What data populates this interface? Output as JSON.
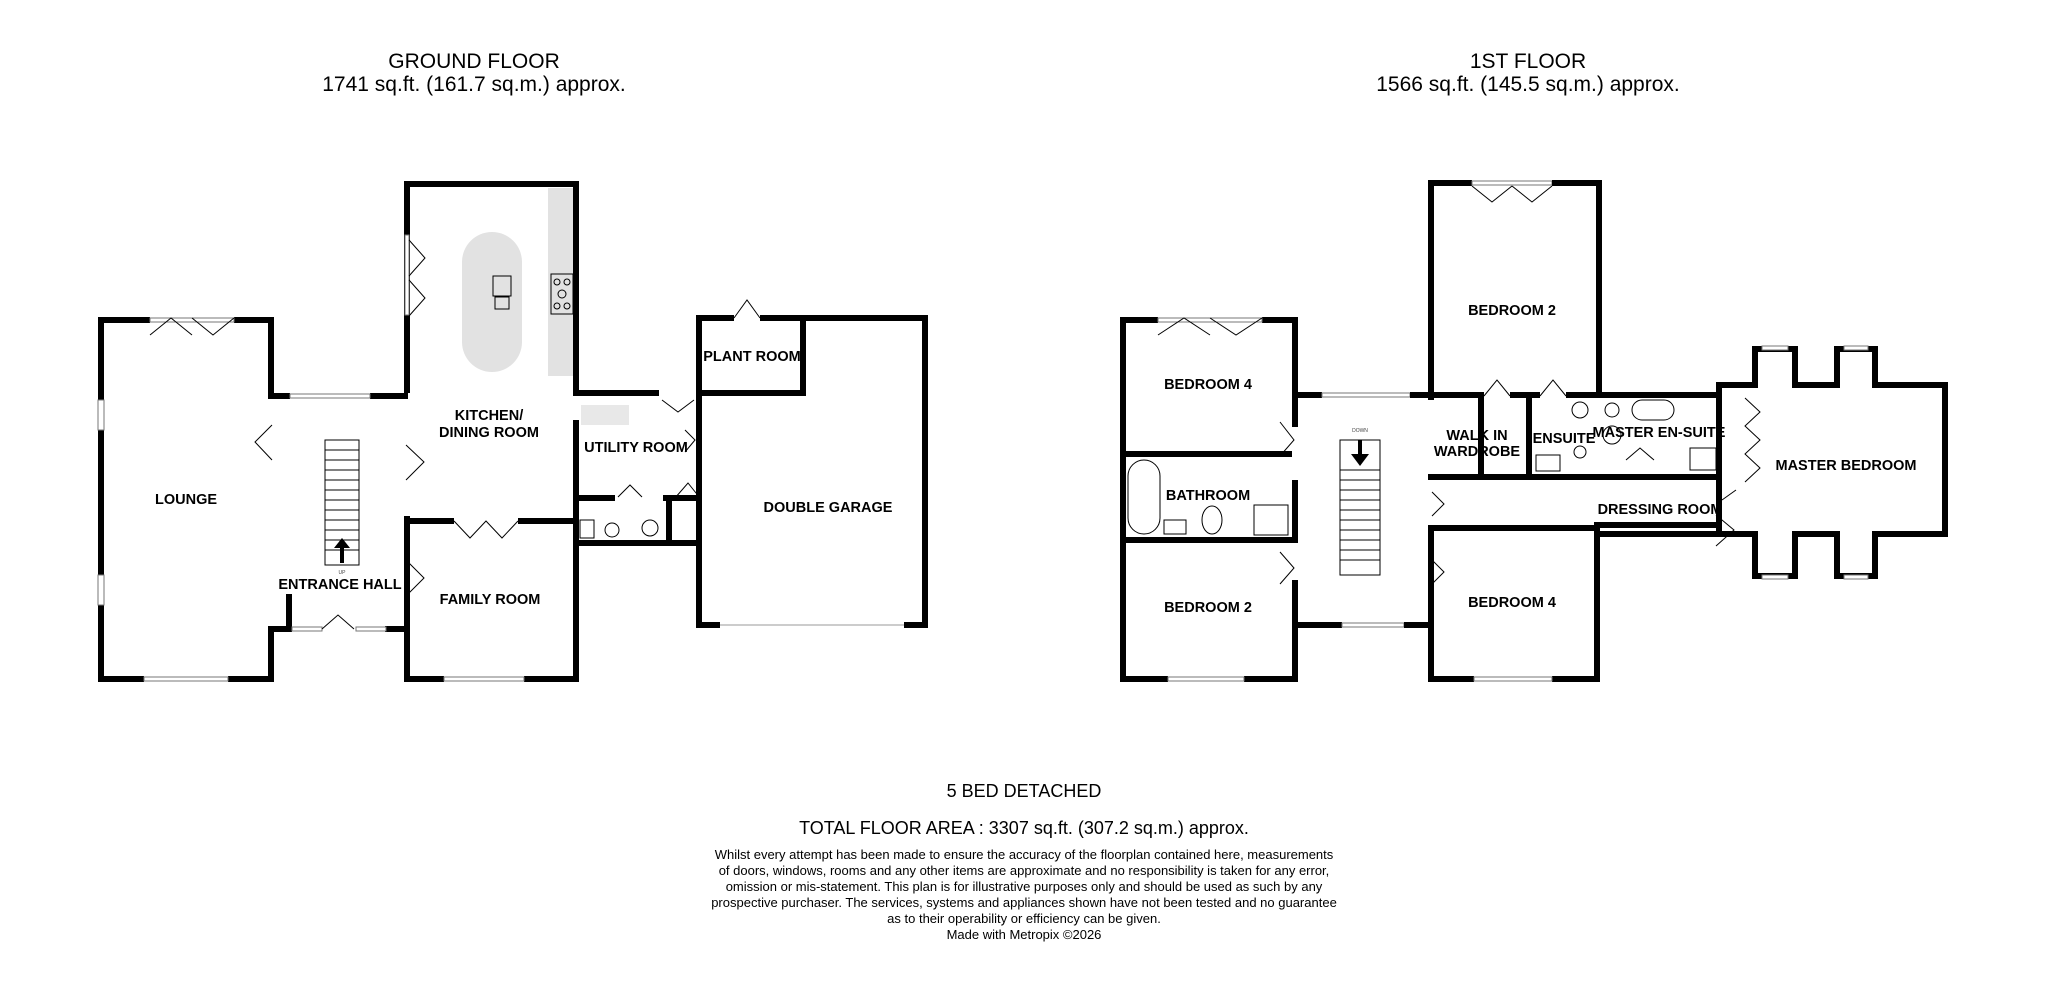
{
  "ground_floor": {
    "title": "GROUND FLOOR",
    "area": "1741 sq.ft. (161.7 sq.m.) approx.",
    "rooms": {
      "lounge": "LOUNGE",
      "entrance_hall": "ENTRANCE HALL",
      "kitchen_line1": "KITCHEN/",
      "kitchen_line2": "DINING ROOM",
      "family_room": "FAMILY ROOM",
      "utility_room": "UTILITY ROOM",
      "plant_room": "PLANT ROOM",
      "double_garage": "DOUBLE GARAGE"
    },
    "stair_label": "UP"
  },
  "first_floor": {
    "title": "1ST FLOOR",
    "area": "1566 sq.ft. (145.5 sq.m.) approx.",
    "rooms": {
      "bedroom_4_left": "BEDROOM 4",
      "bathroom": "BATHROOM",
      "bedroom_2_left": "BEDROOM 2",
      "bedroom_2_top": "BEDROOM 2",
      "walk_in_line1": "WALK IN",
      "walk_in_line2": "WARDROBE",
      "ensuite": "ENSUITE",
      "master_ensuite": "MASTER EN-SUITE",
      "dressing_room": "DRESSING ROOM",
      "bedroom_4_right": "BEDROOM 4",
      "master_bedroom": "MASTER BEDROOM"
    },
    "stair_label": "DOWN"
  },
  "footer": {
    "property_type": "5 BED DETACHED",
    "total_area": "TOTAL FLOOR AREA : 3307 sq.ft. (307.2 sq.m.) approx.",
    "disclaimer": "Whilst every attempt has been made to ensure the accuracy of the floorplan contained here, measurements\nof doors, windows, rooms and any other items are approximate and no responsibility is taken for any error,\nomission or mis-statement. This plan is for illustrative purposes only and should be used as such by any\nprospective purchaser. The services, systems and appliances shown have not been tested and no guarantee\nas to their operability or efficiency can be given.",
    "credit": "Made with Metropix ©2026"
  }
}
